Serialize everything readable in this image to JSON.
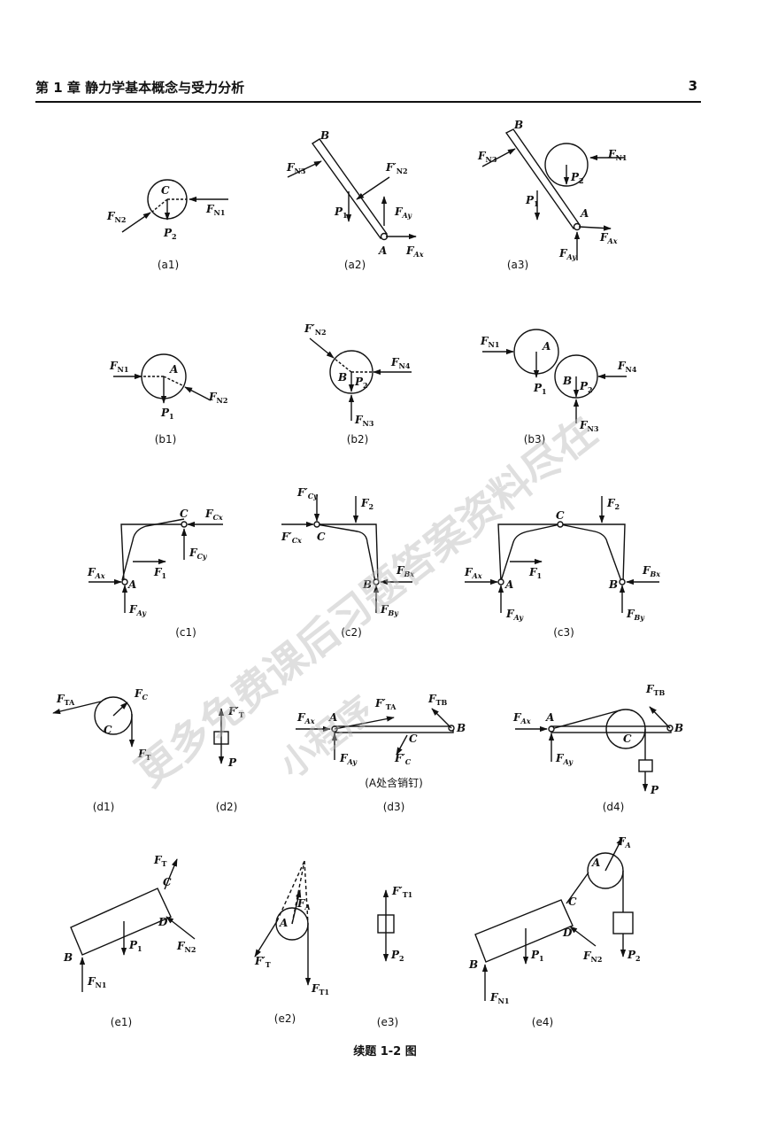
{
  "header": {
    "chapter": "第 1 章    静力学基本概念与受力分析",
    "page": "3"
  },
  "caption": "续题 1-2 图",
  "note_d3": "(A处含销钉)",
  "watermark": {
    "line1": "更多免费课后习题答案资料尽在",
    "line2": "小程序"
  },
  "subfigs": {
    "a1": "(a1)",
    "a2": "(a2)",
    "a3": "(a3)",
    "b1": "(b1)",
    "b2": "(b2)",
    "b3": "(b3)",
    "c1": "(c1)",
    "c2": "(c2)",
    "c3": "(c3)",
    "d1": "(d1)",
    "d2": "(d2)",
    "d3": "(d3)",
    "d4": "(d4)",
    "e1": "(e1)",
    "e2": "(e2)",
    "e3": "(e3)",
    "e4": "(e4)"
  },
  "labels": {
    "a1": {
      "C": "C",
      "FN2": "F",
      "FN2s": "N2",
      "FN1": "F",
      "FN1s": "N1",
      "P2": "P",
      "P2s": "2"
    },
    "a2": {
      "B": "B",
      "A": "A",
      "FN3": "F",
      "FN3s": "N3",
      "FN2p": "F′",
      "FN2ps": "N2",
      "P1": "P",
      "P1s": "1",
      "FAy": "F",
      "FAys": "Ay",
      "FAx": "F",
      "FAxs": "Ax"
    },
    "a3": {
      "B": "B",
      "A": "A",
      "FN3": "F",
      "FN3s": "N3",
      "FN1": "F",
      "FN1s": "N1",
      "P2": "P",
      "P2s": "2",
      "P1": "P",
      "P1s": "1",
      "FAx": "F",
      "FAxs": "Ax",
      "FAy": "F",
      "FAys": "Ay"
    },
    "b1": {
      "A": "A",
      "FN1": "F",
      "FN1s": "N1",
      "FN2": "F",
      "FN2s": "N2",
      "P1": "P",
      "P1s": "1"
    },
    "b2": {
      "B": "B",
      "FN2p": "F′",
      "FN2ps": "N2",
      "FN4": "F",
      "FN4s": "N4",
      "P2": "P",
      "P2s": "2",
      "FN3": "F",
      "FN3s": "N3"
    },
    "b3": {
      "A": "A",
      "B": "B",
      "FN1": "F",
      "FN1s": "N1",
      "FN4": "F",
      "FN4s": "N4",
      "P1": "P",
      "P1s": "1",
      "P2": "P",
      "P2s": "2",
      "FN3": "F",
      "FN3s": "N3"
    },
    "c1": {
      "C": "C",
      "A": "A",
      "FCx": "F",
      "FCxs": "Cx",
      "FCy": "F",
      "FCys": "Cy",
      "FAx": "F",
      "FAxs": "Ax",
      "F1": "F",
      "F1s": "1",
      "FAy": "F",
      "FAys": "Ay"
    },
    "c2": {
      "C": "C",
      "B": "B",
      "FCyp": "F′",
      "FCyps": "Cy",
      "FCxp": "F′",
      "FCxps": "Cx",
      "F2": "F",
      "F2s": "2",
      "FBx": "F",
      "FBxs": "Bx",
      "FBy": "F",
      "FBys": "By"
    },
    "c3": {
      "C": "C",
      "A": "A",
      "B": "B",
      "F2": "F",
      "F2s": "2",
      "FAx": "F",
      "FAxs": "Ax",
      "F1": "F",
      "F1s": "1",
      "FBx": "F",
      "FBxs": "Bx",
      "FAy": "F",
      "FAys": "Ay",
      "FBy": "F",
      "FBys": "By"
    },
    "d1": {
      "C": "C",
      "FTA": "F",
      "FTAs": "TA",
      "FC": "F",
      "FCs": "C",
      "FT": "F",
      "FTs": "T"
    },
    "d2": {
      "FTp": "F′",
      "FTps": "T",
      "P": "P"
    },
    "d3": {
      "A": "A",
      "B": "B",
      "C": "C",
      "FTB": "F",
      "FTBs": "TB",
      "FTAp": "F′",
      "FTAps": "TA",
      "FAx": "F",
      "FAxs": "Ax",
      "FAy": "F",
      "FAys": "Ay",
      "FCp": "F′",
      "FCps": "C"
    },
    "d4": {
      "A": "A",
      "B": "B",
      "C": "C",
      "FTB": "F",
      "FTBs": "TB",
      "FAx": "F",
      "FAxs": "Ax",
      "FAy": "F",
      "FAys": "Ay",
      "P": "P"
    },
    "e1": {
      "B": "B",
      "C": "C",
      "D": "D",
      "FT": "F",
      "FTs": "T",
      "P1": "P",
      "P1s": "1",
      "FN2": "F",
      "FN2s": "N2",
      "FN1": "F",
      "FN1s": "N1"
    },
    "e2": {
      "A": "A",
      "FA": "F",
      "FAs": "A",
      "FTp": "F′",
      "FTps": "T",
      "FT1": "F",
      "FT1s": "T1"
    },
    "e3": {
      "FT1p": "F′",
      "FT1ps": "T1",
      "P2": "P",
      "P2s": "2"
    },
    "e4": {
      "A": "A",
      "C": "C",
      "D": "D",
      "B": "B",
      "FA": "F",
      "FAs": "A",
      "P1": "P",
      "P1s": "1",
      "FN2": "F",
      "FN2s": "N2",
      "P2": "P",
      "P2s": "2",
      "FN1": "F",
      "FN1s": "N1"
    }
  }
}
